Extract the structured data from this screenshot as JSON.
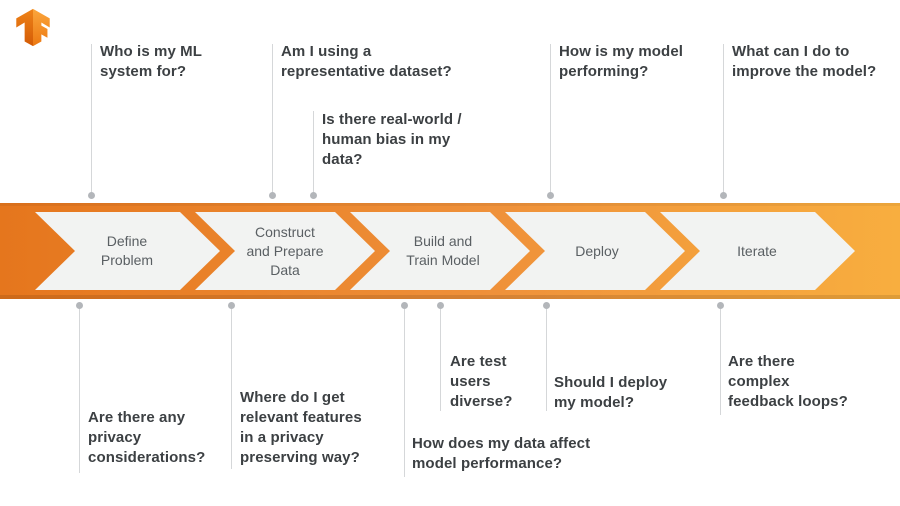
{
  "colors": {
    "band_gradient_left": "#e5761d",
    "band_gradient_right": "#f8ae3f",
    "arrow_fill": "#f2f3f2",
    "stage_text": "#5a5f63",
    "question_text": "#3c4043",
    "connector_line": "#d5d7d9",
    "connector_dot": "#b3b6ba",
    "logo_orange_light": "#fba63c",
    "logo_orange_dark": "#d35b06"
  },
  "stages": [
    {
      "label": "Define\nProblem"
    },
    {
      "label": "Construct\nand Prepare\nData"
    },
    {
      "label": "Build and\nTrain Model"
    },
    {
      "label": "Deploy"
    },
    {
      "label": "Iterate"
    }
  ],
  "top_questions": [
    {
      "text": "Who is my ML\nsystem for?"
    },
    {
      "text": "Am I using a\nrepresentative dataset?"
    },
    {
      "text": "Is there real-world /\nhuman bias in my\ndata?"
    },
    {
      "text": "How is my model\nperforming?"
    },
    {
      "text": "What can I do to\nimprove the model?"
    }
  ],
  "bottom_questions": [
    {
      "text": "Are there any\nprivacy\nconsiderations?"
    },
    {
      "text": "Where do I get\nrelevant features\nin a privacy\npreserving way?"
    },
    {
      "text": "Are test\nusers\ndiverse?"
    },
    {
      "text": "Should I deploy\nmy model?"
    },
    {
      "text": "How does my data affect\nmodel performance?"
    },
    {
      "text": "Are there\ncomplex\nfeedback loops?"
    }
  ]
}
